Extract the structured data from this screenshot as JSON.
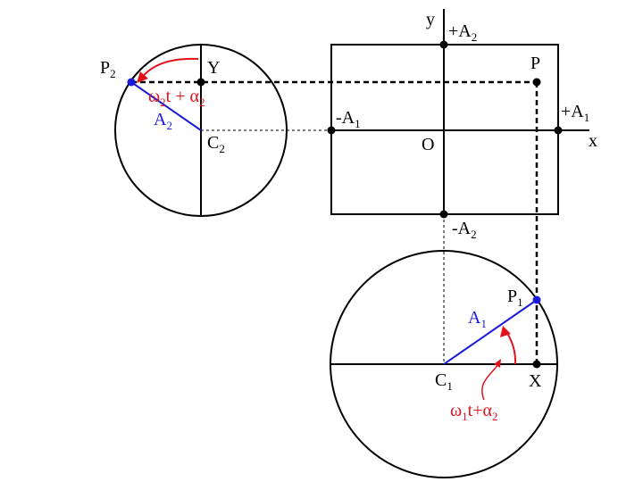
{
  "labels": {
    "y_axis": "y",
    "x_axis": "x",
    "origin": "O",
    "plus_a2": {
      "base": "+A",
      "sub": "2"
    },
    "minus_a2": {
      "base": "-A",
      "sub": "2"
    },
    "minus_a1": {
      "base": "-A",
      "sub": "1"
    },
    "plus_a1": {
      "base": "+A",
      "sub": "1"
    },
    "point_p": "P",
    "point_p2": {
      "base": "P",
      "sub": "2"
    },
    "point_y": "Y",
    "point_c2": {
      "base": "C",
      "sub": "2"
    },
    "radius_a2": {
      "base": "A",
      "sub": "2"
    },
    "angle2": {
      "omega": "ω",
      "omega_sub": "2",
      "rest": "t + ",
      "alpha": "α",
      "alpha_sub": "2"
    },
    "point_p1": {
      "base": "P",
      "sub": "1"
    },
    "radius_a1": {
      "base": "A",
      "sub": "1"
    },
    "point_c1": {
      "base": "C",
      "sub": "1"
    },
    "point_x": "X",
    "angle1": {
      "omega": "ω",
      "omega_sub": "1",
      "rest": "t+",
      "alpha": "α",
      "alpha_sub": "2"
    }
  },
  "colors": {
    "line": "#000000",
    "radius": "#1a1adc",
    "angle": "#e0121a"
  }
}
